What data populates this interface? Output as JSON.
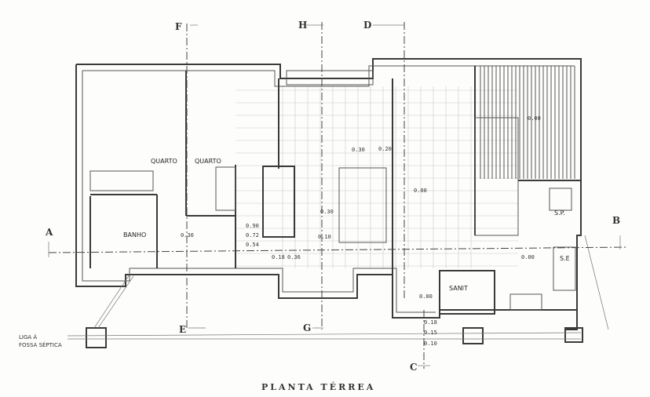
{
  "title": "PLANTA TÉRREA",
  "rooms": {
    "quarto_1": "QUARTO",
    "quarto_2": "QUARTO",
    "banho": "BANHO",
    "sanit": "SANIT",
    "sp": "S.P.",
    "se": "S.E"
  },
  "sections": {
    "A": "A",
    "B": "B",
    "C": "C",
    "D": "D",
    "E": "E",
    "F": "F",
    "G": "G",
    "H": "H"
  },
  "note": {
    "line1": "LIGA À",
    "line2": "FOSSA SÉPTICA"
  },
  "levels": {
    "l1": "0.30",
    "l2": "0.30",
    "l3": "0.30",
    "l4": "0.10",
    "l5": "0.00",
    "l6": "0.00",
    "l7": "0.00",
    "l8": "0.00",
    "l9": "0.20",
    "l10": "0.90",
    "l11": "0.72",
    "l12": "0.54",
    "l13": "0.18",
    "l14": "0.36",
    "l15": "0.18",
    "l16": "0.15",
    "l17": "0.10"
  }
}
